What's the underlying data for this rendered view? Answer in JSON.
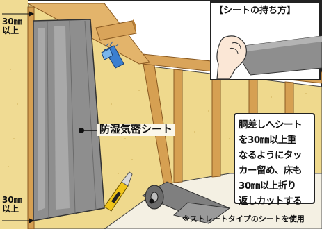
{
  "inset": {
    "title": "【シートの持ち方】"
  },
  "labels": {
    "top_overlap_value": "30㎜",
    "top_overlap_suffix": "以上",
    "bottom_overlap_value": "30㎜",
    "bottom_overlap_suffix": "以上",
    "sheet": "防湿気密シート"
  },
  "note_box": {
    "lines": [
      "胴差しへシート",
      "を30㎜以上重",
      "なるようにタッ",
      "カー留め、床も",
      "30㎜以上折り",
      "返しカットする"
    ]
  },
  "footnote": "※ストレートタイプのシートを使用",
  "colors": {
    "insulation": "#eed98f",
    "stud": "#d49a4e",
    "sheet": "#8d8d8d",
    "floor": "#f3efe2",
    "stapler": "#3b7fd0",
    "cutter": "#f0c419"
  },
  "icons": [
    "stapler-icon",
    "cutter-knife-icon",
    "sheet-roll-icon",
    "hand-icon"
  ]
}
